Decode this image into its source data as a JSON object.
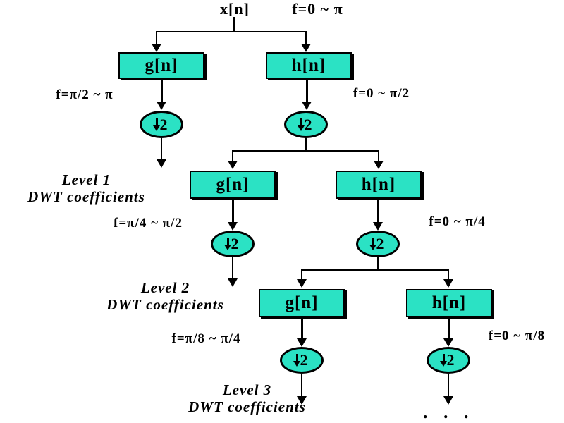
{
  "colors": {
    "box_fill": "#2be2c4",
    "line": "#000000",
    "background": "#ffffff"
  },
  "root": {
    "signal_label": "x[n]",
    "freq_label": "f=0 ~ π"
  },
  "downsample_factor": "2",
  "levels": [
    {
      "g_label": "g[n]",
      "h_label": "h[n]",
      "g_freq": "f=π/2 ~ π",
      "h_freq": "f=0 ~ π/2",
      "output_line1": "Level 1",
      "output_line2": "DWT coefficients"
    },
    {
      "g_label": "g[n]",
      "h_label": "h[n]",
      "g_freq": "f=π/4 ~ π/2",
      "h_freq": "f=0 ~ π/4",
      "output_line1": "Level 2",
      "output_line2": "DWT coefficients"
    },
    {
      "g_label": "g[n]",
      "h_label": "h[n]",
      "g_freq": "f=π/8 ~ π/4",
      "h_freq": "f=0 ~ π/8",
      "output_line1": "Level 3",
      "output_line2": "DWT coefficients"
    }
  ],
  "continuation_label": ". . ."
}
